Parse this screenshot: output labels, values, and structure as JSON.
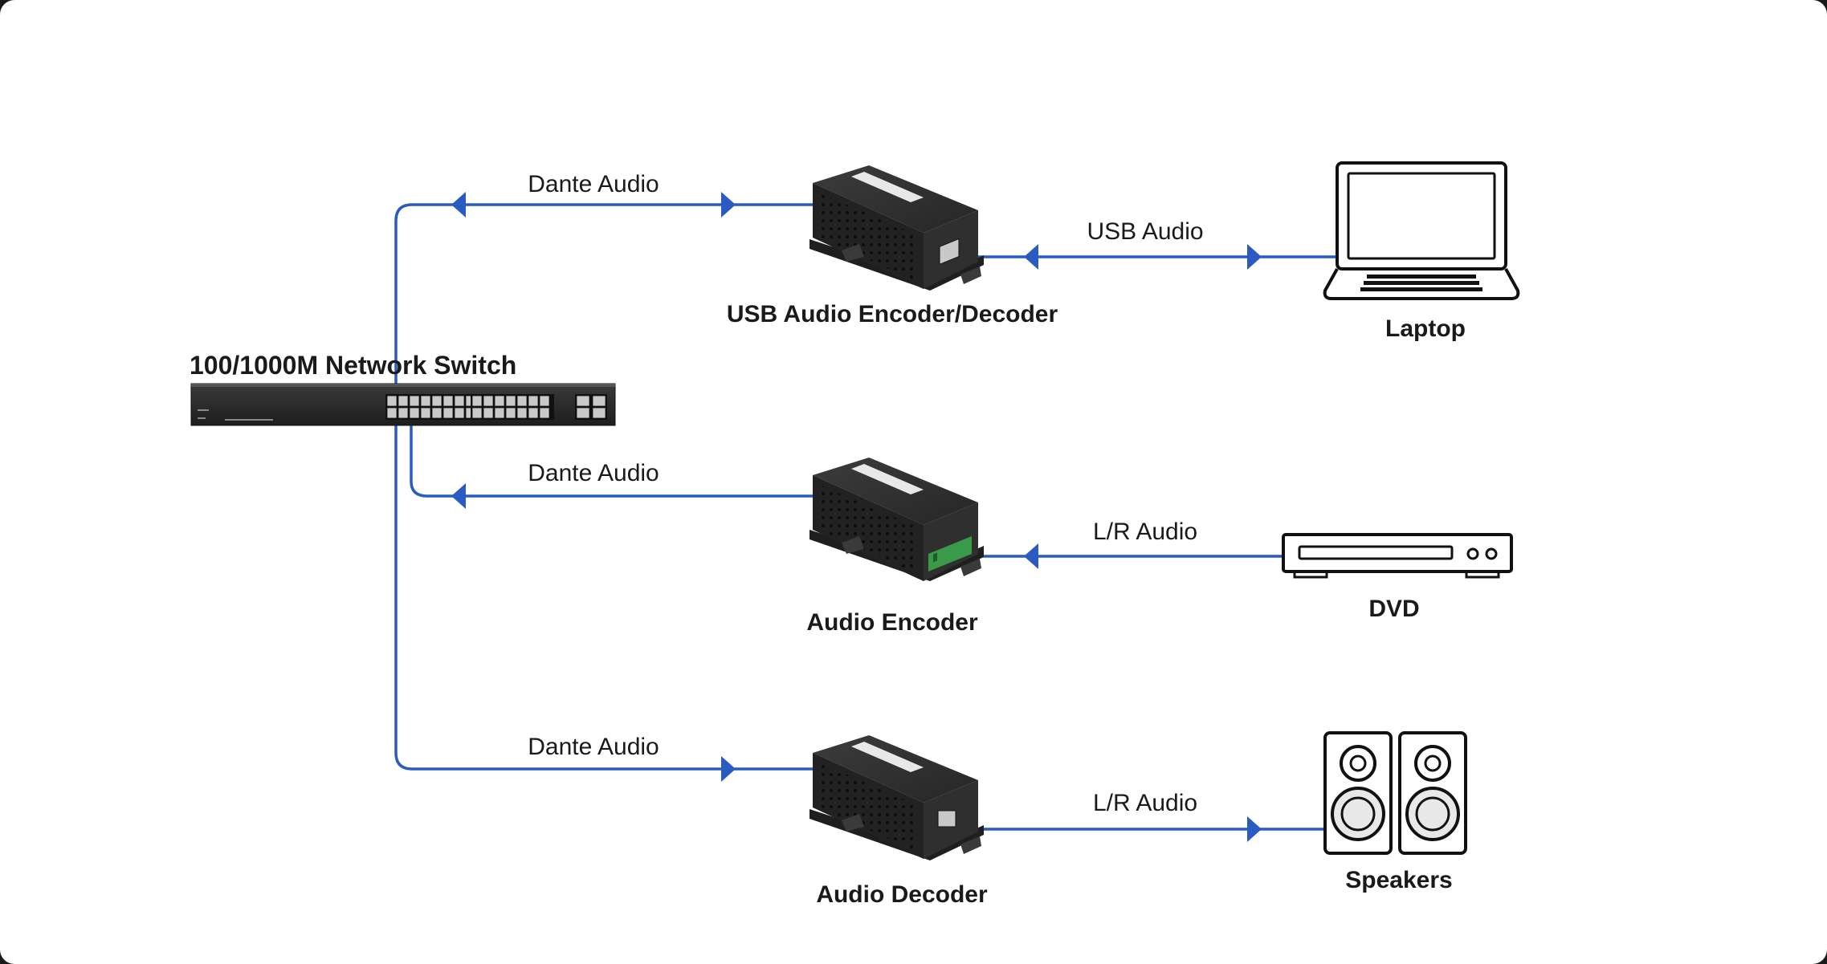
{
  "switch": {
    "title": "100/1000M Network Switch"
  },
  "links": {
    "top_dante": "Dante Audio",
    "mid_dante": "Dante Audio",
    "bot_dante": "Dante Audio",
    "usb_audio": "USB Audio",
    "lr_audio_in": "L/R Audio",
    "lr_audio_out": "L/R Audio"
  },
  "devices": {
    "usb_codec": "USB Audio Encoder/Decoder",
    "encoder": "Audio Encoder",
    "decoder": "Audio Decoder",
    "laptop": "Laptop",
    "dvd": "DVD",
    "speakers": "Speakers"
  },
  "colors": {
    "link": "#2a5bc0",
    "device_body": "#2b2b2b",
    "terminal": "#3a9a4a"
  }
}
